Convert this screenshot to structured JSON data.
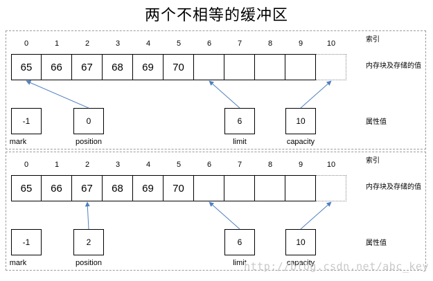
{
  "title": "两个不相等的缓冲区",
  "labels": {
    "index": "索引",
    "stored_values": "内存块及存储的值",
    "property_values": "属性值"
  },
  "indices": [
    "0",
    "1",
    "2",
    "3",
    "4",
    "5",
    "6",
    "7",
    "8",
    "9",
    "10"
  ],
  "panels": [
    {
      "cells": [
        "65",
        "66",
        "67",
        "68",
        "69",
        "70",
        "",
        "",
        "",
        "",
        ""
      ],
      "properties": [
        {
          "name": "mark",
          "value": "-1",
          "points_to": null
        },
        {
          "name": "position",
          "value": "0",
          "points_to": "0"
        },
        {
          "name": "limit",
          "value": "6",
          "points_to": "6"
        },
        {
          "name": "capacity",
          "value": "10",
          "points_to": "10"
        }
      ]
    },
    {
      "cells": [
        "65",
        "66",
        "67",
        "68",
        "69",
        "70",
        "",
        "",
        "",
        "",
        ""
      ],
      "properties": [
        {
          "name": "mark",
          "value": "-1",
          "points_to": null
        },
        {
          "name": "position",
          "value": "2",
          "points_to": "2"
        },
        {
          "name": "limit",
          "value": "6",
          "points_to": "6"
        },
        {
          "name": "capacity",
          "value": "10",
          "points_to": "10"
        }
      ]
    }
  ],
  "watermark": "http://blog.csdn.net/abc_key",
  "colors": {
    "arrow": "#4f7fbf",
    "panel_border": "#9a9a9a",
    "last_cell_border": "#888888"
  }
}
